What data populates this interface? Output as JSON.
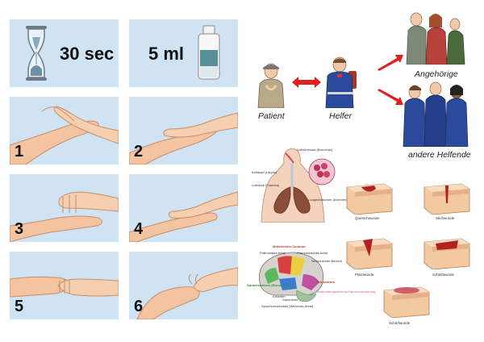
{
  "handwashing": {
    "time_label": "30 sec",
    "volume_label": "5 ml",
    "steps": [
      "1",
      "2",
      "3",
      "4",
      "5",
      "6"
    ]
  },
  "first_aid": {
    "patient": "Patient",
    "helper": "Helfer",
    "relatives": "Angehörige",
    "other_helpers": "andere Helfende"
  },
  "respiratory": {
    "nasal_cavity": "Luftröhrenast (Bronchus)",
    "larynx": "Kehlkopf (Larynx)",
    "trachea": "Luftröhre (Trachea)",
    "alveoli": "Lungenbläschen (Alveolen)"
  },
  "brain": {
    "motor_center": "Motorisches Zentrum",
    "prefrontal": "Präfrontales Areal",
    "premotor": "Prämotorisches Areal",
    "sensory": "Sensorischer Bereich",
    "speech_center": "Sprachzentrum (Broca-Areal)",
    "cerebellum": "Kleinhirn",
    "speech_understanding": "Sprachverständnis (Wernicke-Areal)",
    "brainstem": "Stammhirn",
    "processing": "Verarbeitungszentrum Raum-orientierung",
    "visual": "Sehzentrum"
  },
  "wounds": {
    "crush": "Quetschwunde",
    "stab": "Stichwunde",
    "laceration": "Platzwunde",
    "cut": "Schnittwunde",
    "abrasion": "Schürfwunde"
  }
}
